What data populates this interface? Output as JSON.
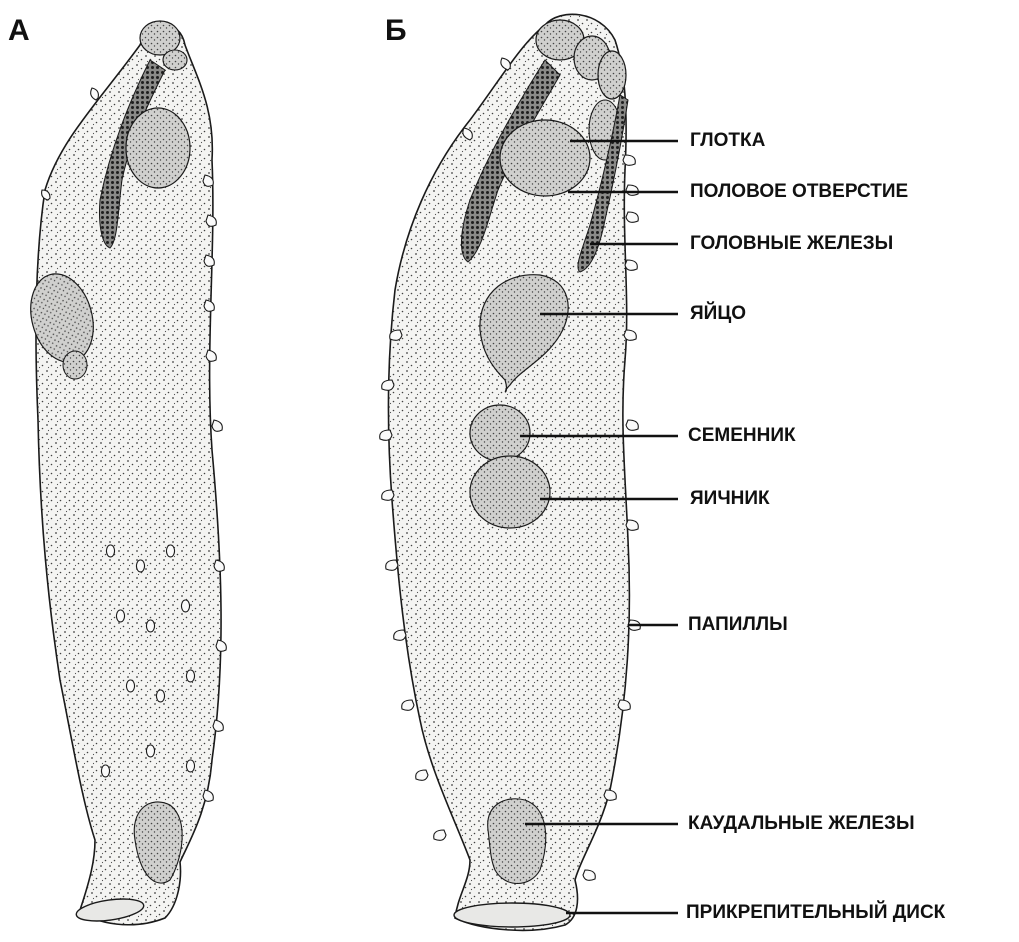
{
  "panels": {
    "a": "А",
    "b": "Б"
  },
  "labels": {
    "pharynx": "ГЛОТКА",
    "genital_opening": "ПОЛОВОЕ ОТВЕРСТИЕ",
    "head_glands": "ГОЛОВНЫЕ ЖЕЛЕЗЫ",
    "egg": "ЯЙЦО",
    "testis": "СЕМЕННИК",
    "ovary": "ЯИЧНИК",
    "papillae": "ПАПИЛЛЫ",
    "caudal_glands": "КАУДАЛЬНЫЕ ЖЕЛЕЗЫ",
    "attachment_disc": "ПРИКРЕПИТЕЛЬНЫЙ ДИСК"
  },
  "colors": {
    "outline": "#1a1a1a",
    "body_fill": "#f4f4f2",
    "organ_fill": "#d2d2d0",
    "gland_fill": "#3a3a3a",
    "background": "#ffffff"
  }
}
